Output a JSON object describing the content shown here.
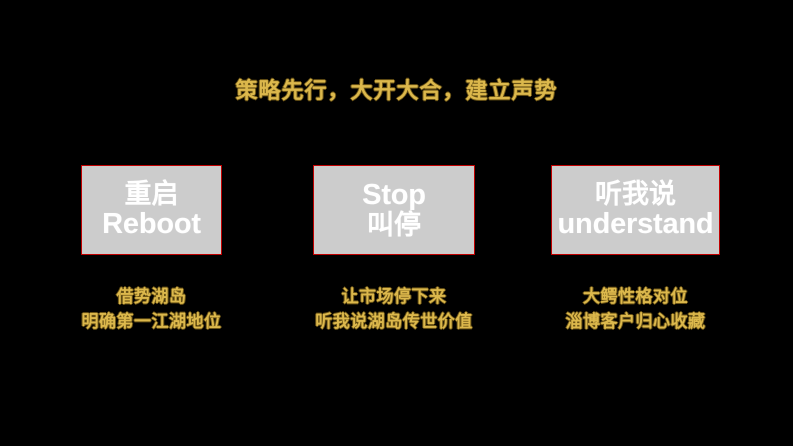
{
  "slide": {
    "background_color": "#000000",
    "title": "策略先行，大开大合，建立声势",
    "title_color": "#dcb84c",
    "accent_border_color": "#c00000",
    "card_fill_color": "#cccccc",
    "card_text_color": "#ffffff"
  },
  "columns": [
    {
      "card": {
        "line_cn": "重启",
        "line_en": "Reboot"
      },
      "caption": {
        "line1": "借势湖岛",
        "line2": "明确第一江湖地位"
      }
    },
    {
      "card": {
        "line_cn": "Stop",
        "line_en": "叫停"
      },
      "caption": {
        "line1": "让市场停下来",
        "line2": "听我说湖岛传世价值"
      }
    },
    {
      "card": {
        "line_cn": "听我说",
        "line_en": "understand"
      },
      "caption": {
        "line1": "大鳄性格对位",
        "line2": "淄博客户归心收藏"
      }
    }
  ]
}
